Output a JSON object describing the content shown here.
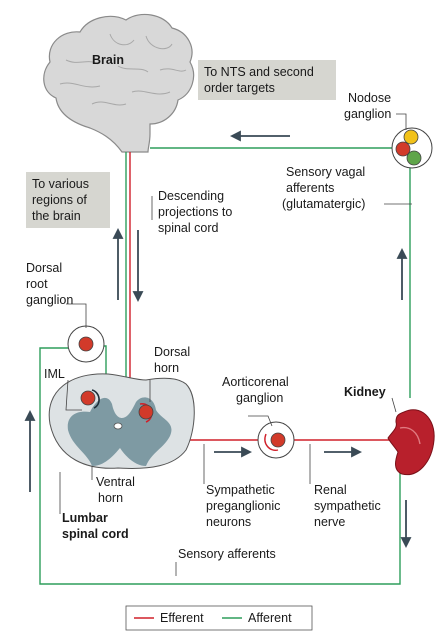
{
  "colors": {
    "efferent": "#d0202a",
    "afferent": "#2e9e5b",
    "brain_fill": "#d8d8d8",
    "brain_stroke": "#8a8a8a",
    "callout_bg": "#d6d6d0",
    "arrow": "#3a4a56",
    "spinal_outer": "#dde2e4",
    "spinal_inner": "#7e9aa3",
    "kidney": "#b8202c",
    "ganglion_red": "#d23a2a",
    "ganglion_yellow": "#f2c21a",
    "ganglion_green": "#5fa54a"
  },
  "labels": {
    "brain": "Brain",
    "nts_line1": "To NTS and second",
    "nts_line2": "order targets",
    "nodose_line1": "Nodose",
    "nodose_line2": "ganglion",
    "vagal_line1": "Sensory vagal",
    "vagal_line2": "afferents",
    "vagal_line3": "(glutamatergic)",
    "various_line1": "To various",
    "various_line2": "regions of",
    "various_line3": "the brain",
    "desc_line1": "Descending",
    "desc_line2": "projections to",
    "desc_line3": "spinal cord",
    "drg_line1": "Dorsal",
    "drg_line2": "root",
    "drg_line3": "ganglion",
    "iml": "IML",
    "dorsal_horn_line1": "Dorsal",
    "dorsal_horn_line2": "horn",
    "aorticorenal_line1": "Aorticorenal",
    "aorticorenal_line2": "ganglion",
    "kidney": "Kidney",
    "ventral_horn_line1": "Ventral",
    "ventral_horn_line2": "horn",
    "lumbar_line1": "Lumbar",
    "lumbar_line2": "spinal cord",
    "symp_line1": "Sympathetic",
    "symp_line2": "preganglionic",
    "symp_line3": "neurons",
    "renal_line1": "Renal",
    "renal_line2": "sympathetic",
    "renal_line3": "nerve",
    "sensory_afferents": "Sensory afferents"
  },
  "legend": {
    "efferent": "Efferent",
    "afferent": "Afferent"
  }
}
